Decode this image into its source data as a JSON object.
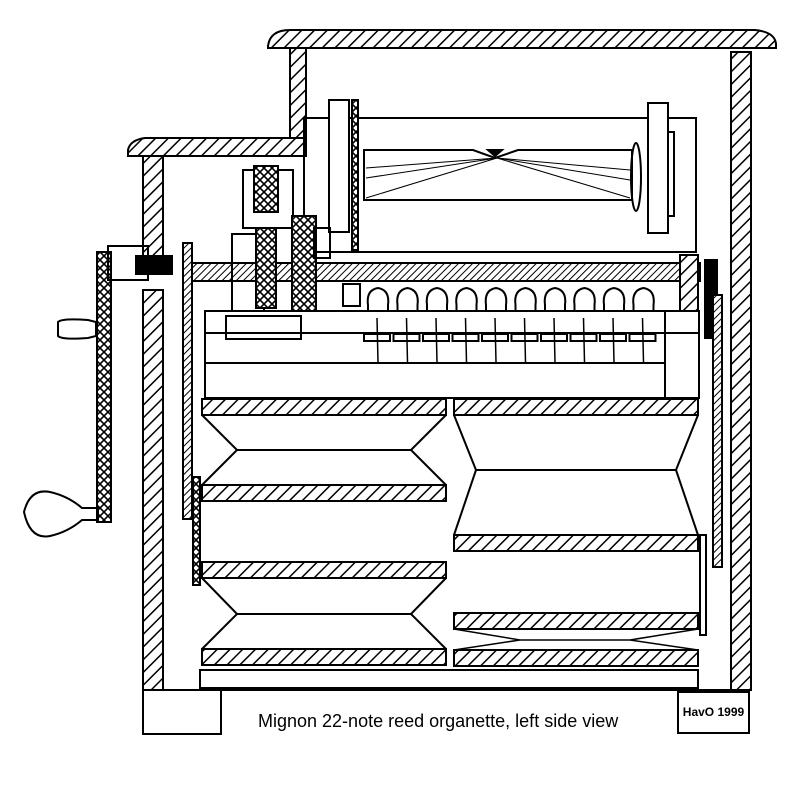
{
  "diagram": {
    "caption": "Mignon 22-note reed organette, left side view",
    "credit": "HavO 1999",
    "components": {
      "lid": "hinged lid",
      "case": "cabinet walls",
      "crank": "hand crank with handle",
      "roller": "music roll spool",
      "reeds": "reed chambers and valves",
      "bellows_left": "feeder bellows",
      "bellows_right": "reservoir bellows"
    },
    "colors": {
      "ink": "#000000",
      "paper": "#ffffff"
    }
  }
}
